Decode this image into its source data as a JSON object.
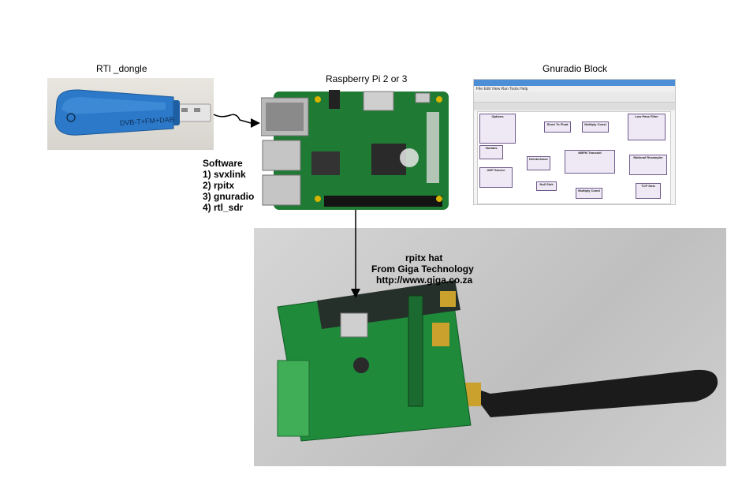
{
  "labels": {
    "dongle_title": "RTl _dongle",
    "rpi_title": "Raspberry Pi 2 or 3",
    "gnuradio_title": "Gnuradio Block",
    "software_heading": "Software",
    "software_items": [
      "1) svxlink",
      "2) rpitx",
      "3) gnuradio",
      "4) rtl_sdr"
    ],
    "hat_title": "rpitx hat",
    "hat_company": "From Giga Technology",
    "hat_url": "http://www.giga.co.za"
  },
  "dongle_print": "DVB-T+FM+DAB",
  "gnuradio_menu": "File  Edit  View  Run  Tools  Help",
  "gnuradio_blocks": [
    "Options",
    "Variable",
    "UDP Source",
    "Deinterleave",
    "Null Sink",
    "Short To Float",
    "Multiply Const",
    "Low Pass Filter",
    "NBFM Transmit",
    "Rational Resampler",
    "Multiply Const",
    "TCP Sink"
  ],
  "colors": {
    "pcb_green": "#1f7a33",
    "dongle_blue": "#2c79c9",
    "antenna": "#1b1b1b",
    "arrow": "#000000"
  }
}
